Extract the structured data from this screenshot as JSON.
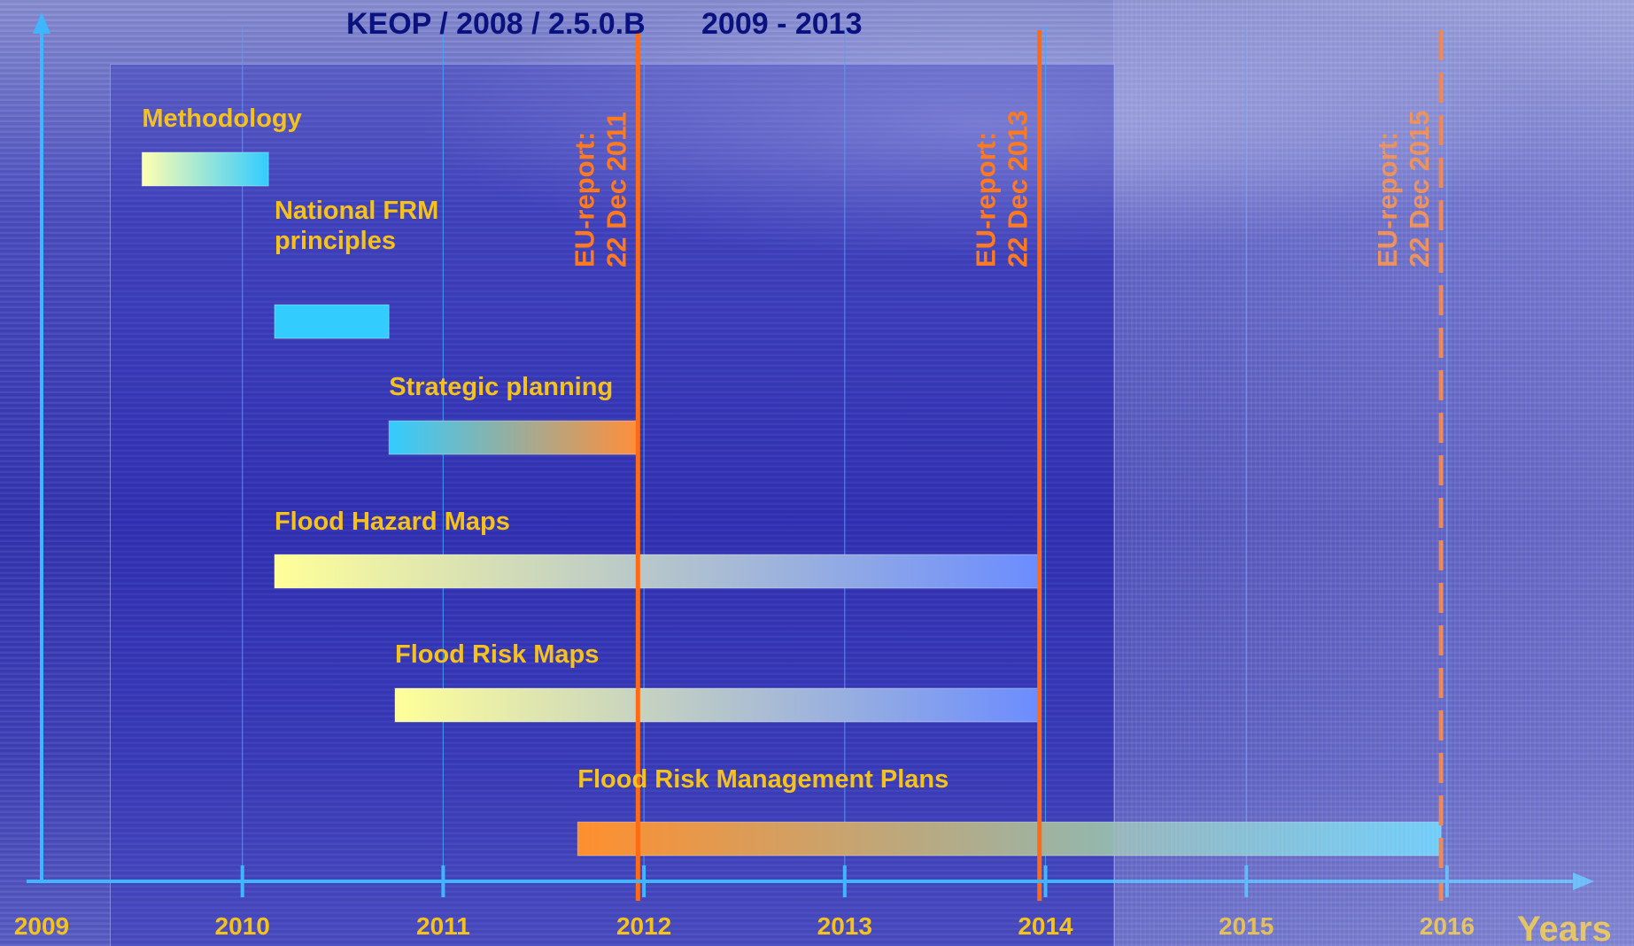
{
  "title_left": "KEOP / 2008 / 2.5.0.B",
  "title_right": "2009 - 2013",
  "chart_data": {
    "type": "gantt",
    "x_axis": {
      "label": "Years",
      "range": [
        2009,
        2016
      ],
      "ticks": [
        "2009",
        "2010",
        "2011",
        "2012",
        "2013",
        "2014",
        "2015",
        "2016"
      ],
      "grid": true
    },
    "tasks": [
      {
        "name": "Methodology",
        "start": 2009.5,
        "end": 2010.13,
        "gradient": [
          "#ffffb0",
          "#33ccff"
        ]
      },
      {
        "name": "National FRM\nprinciples",
        "start": 2010.16,
        "end": 2010.73,
        "gradient": [
          "#33ccff",
          "#33ccff"
        ]
      },
      {
        "name": "Strategic planning",
        "start": 2010.73,
        "end": 2011.97,
        "gradient": [
          "#33ccff",
          "#ff8f3a"
        ]
      },
      {
        "name": "Flood Hazard Maps",
        "start": 2010.16,
        "end": 2013.97,
        "gradient": [
          "#ffff99",
          "#6b8cff"
        ]
      },
      {
        "name": "Flood Risk Maps",
        "start": 2010.76,
        "end": 2013.97,
        "gradient": [
          "#ffff99",
          "#6b8cff"
        ]
      },
      {
        "name": "Flood Risk Management Plans",
        "start": 2011.67,
        "end": 2015.97,
        "gradient": [
          "#ff8f2e",
          "#4fd1ff"
        ]
      }
    ],
    "deadlines": [
      {
        "x": 2011.97,
        "line1": "EU-report:",
        "line2": "22 Dec 2011",
        "style": "solid"
      },
      {
        "x": 2013.97,
        "line1": "EU-report:",
        "line2": "22 Dec 2013",
        "style": "solid"
      },
      {
        "x": 2015.97,
        "line1": "EU-report:",
        "line2": "22 Dec 2015",
        "style": "dashed"
      }
    ]
  },
  "colors": {
    "axis": "#3fb6ff",
    "grid": "#3fa8ff",
    "label": "#f5c21b",
    "deadline": "#ff6a12",
    "title": "#0a1280"
  }
}
